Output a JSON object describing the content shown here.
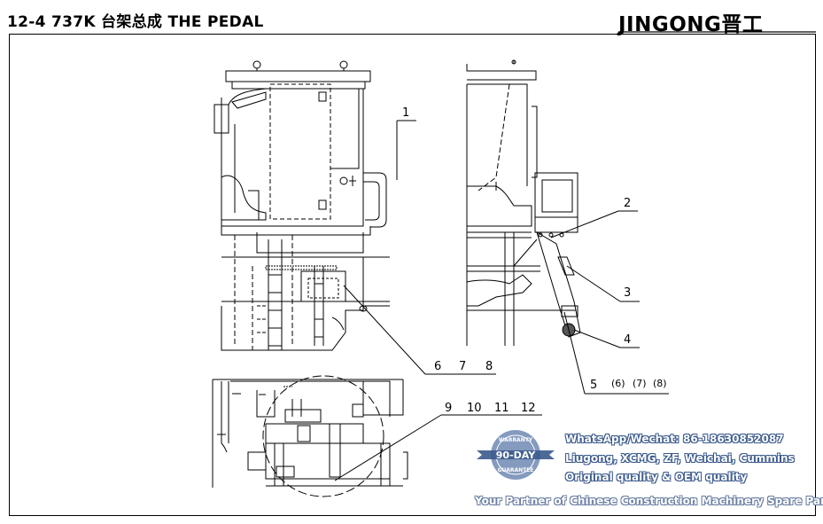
{
  "header": {
    "title": "12-4  737K 台架总成 THE PEDAL",
    "logo": "JINGONG晋工"
  },
  "callouts": {
    "c1": "1",
    "c2": "2",
    "c3": "3",
    "c4": "4",
    "c5": "5",
    "c6": "(6)",
    "c7": "(7)",
    "c8": "(8)",
    "c6b": "6",
    "c7b": "7",
    "c8b": "8",
    "c9": "9",
    "c10": "10",
    "c11": "11",
    "c12": "12"
  },
  "watermark": {
    "badge_top": "WARRANTY",
    "badge_main": "90-DAY",
    "badge_bottom": "GUARANTEE",
    "line1": "WhatsApp/Wechat: 86-18630852087",
    "line2": "Liugong, XCMG, ZF, Weichai, Cummins",
    "line3": "Original quality & OEM quality",
    "tagline": "Your Partner of Chinese Construction Machinery Spare Parts"
  },
  "colors": {
    "line": "#000000",
    "watermark_blue": "#3b5a8c",
    "badge_fill": "#5b78a8"
  }
}
